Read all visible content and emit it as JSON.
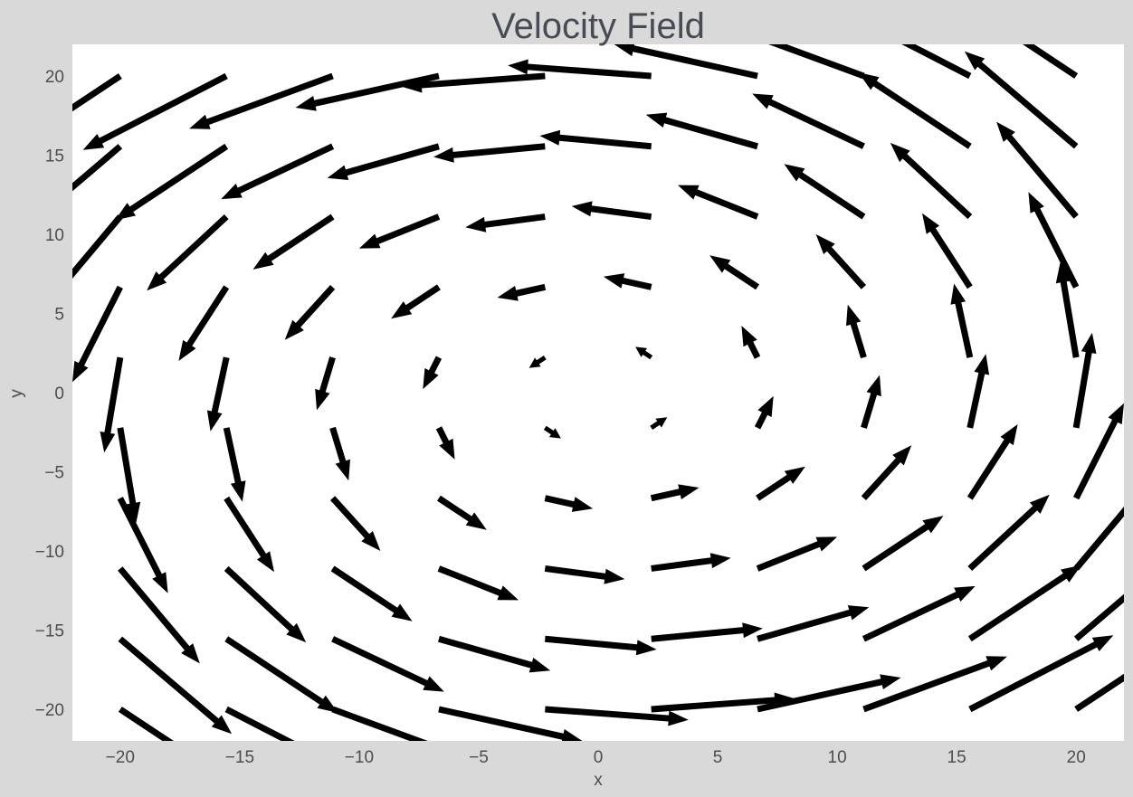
{
  "chart_data": {
    "type": "quiver",
    "title": "Velocity Field",
    "xlabel": "x",
    "ylabel": "y",
    "xlim": [
      -22,
      22
    ],
    "ylim": [
      -22,
      22
    ],
    "x_ticks": [
      -20,
      -15,
      -10,
      -5,
      0,
      5,
      10,
      15,
      20
    ],
    "y_ticks": [
      -20,
      -15,
      -10,
      -5,
      0,
      5,
      10,
      15,
      20
    ],
    "x_tick_labels": [
      "−20",
      "−15",
      "−10",
      "−5",
      "0",
      "5",
      "10",
      "15",
      "20"
    ],
    "y_tick_labels": [
      "−20",
      "−15",
      "−10",
      "−5",
      "0",
      "5",
      "10",
      "15",
      "20"
    ],
    "grid": false,
    "field": {
      "grid_start": -20,
      "grid_step": 4.4444,
      "grid_count": 10,
      "u_formula": "-y",
      "v_formula": "x",
      "arrow_length_per_unit": 0.3
    },
    "colors": {
      "background": "#d9d9d9",
      "plot_area": "#ffffff",
      "arrow": "#000000",
      "title": "#474b53",
      "tick_text": "#4d4d4d"
    }
  }
}
